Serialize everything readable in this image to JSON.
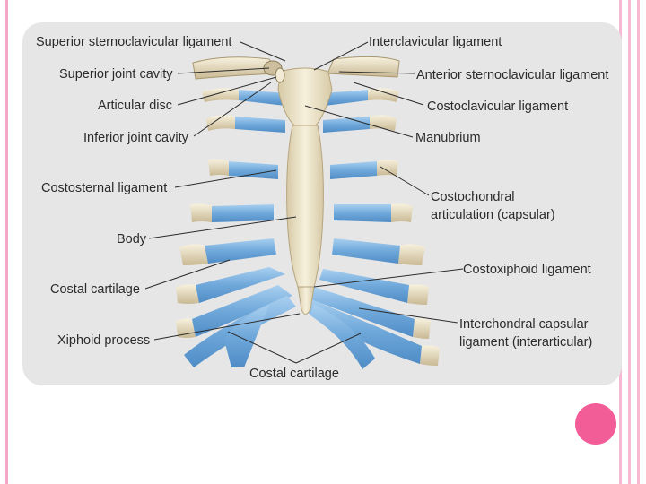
{
  "slide": {
    "accent_color": "#f25c97",
    "border_color": "#f4a6c6",
    "diagram_bg": "#e6e6e6"
  },
  "diagram": {
    "labels": {
      "superior_sternoclavicular_ligament": "Superior sternoclavicular ligament",
      "interclavicular_ligament": "Interclavicular ligament",
      "superior_joint_cavity": "Superior joint cavity",
      "anterior_sternoclavicular_ligament": "Anterior sternoclavicular ligament",
      "articular_disc": "Articular disc",
      "costoclavicular_ligament": "Costoclavicular ligament",
      "inferior_joint_cavity": "Inferior joint cavity",
      "manubrium": "Manubrium",
      "costosternal_ligament": "Costosternal ligament",
      "costochondral_articulation_line1": "Costochondral",
      "costochondral_articulation_line2": "articulation (capsular)",
      "body": "Body",
      "costal_cartilage_left": "Costal cartilage",
      "costoxiphoid_ligament": "Costoxiphoid ligament",
      "xiphoid_process": "Xiphoid process",
      "interchondral_line1": "Interchondral capsular",
      "interchondral_line2": "ligament (interarticular)",
      "costal_cartilage_bottom": "Costal cartilage"
    },
    "colors": {
      "cartilage": "#7fb5e2",
      "bone": "#efe6cf",
      "bone_shadow": "#cdbf9d",
      "sternum": "#ece3c6"
    }
  }
}
